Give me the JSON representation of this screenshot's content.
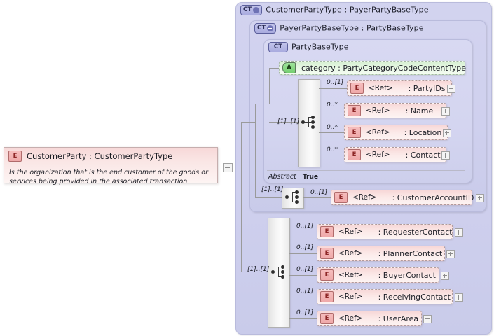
{
  "diagram": {
    "kind": "xsd-schema-diagram",
    "root_element": {
      "badge": "E",
      "name": "CustomerParty",
      "type": "CustomerPartyType",
      "label": "CustomerParty : CustomerPartyType",
      "documentation": "Is the organization that is the end customer of the goods or services being provided in the associated transaction.",
      "collapse_icon": "minus-icon"
    },
    "panels": [
      {
        "badge": "CT",
        "has_plus": true,
        "name": "CustomerPartyType",
        "base": "PayerPartyBaseType",
        "label": "CustomerPartyType : PayerPartyBaseType"
      },
      {
        "badge": "CT",
        "has_plus": true,
        "name": "PayerPartyBaseType",
        "base": "PartyBaseType",
        "label": "PayerPartyBaseType : PartyBaseType"
      },
      {
        "badge": "CT",
        "has_plus": false,
        "name": "PartyBaseType",
        "base": "",
        "label": "PartyBaseType"
      }
    ],
    "attribute": {
      "badge": "A",
      "name": "category",
      "type": "PartyCategoryCodeContentType",
      "label": "category : PartyCategoryCodeContentType"
    },
    "abstract_row": {
      "key": "Abstract",
      "value": "True"
    },
    "sequences": [
      {
        "id": "party-base-sequence",
        "cardinality": "[1]..[1]",
        "icon": "sequence-icon"
      },
      {
        "id": "payer-party-sequence",
        "cardinality": "[1]..[1]",
        "icon": "sequence-icon"
      },
      {
        "id": "customer-party-sequence",
        "cardinality": "[1]..[1]",
        "icon": "sequence-icon"
      }
    ],
    "groups": [
      {
        "id": "party-base-type-children",
        "items": [
          {
            "badge": "E",
            "ref": "<Ref>",
            "name": ": PartyIDs",
            "cardinality": "0..[1]",
            "expander": "plus-icon"
          },
          {
            "badge": "E",
            "ref": "<Ref>",
            "name": ": Name",
            "cardinality": "0..*",
            "expander": "plus-icon"
          },
          {
            "badge": "E",
            "ref": "<Ref>",
            "name": ": Location",
            "cardinality": "0..*",
            "expander": "plus-icon"
          },
          {
            "badge": "E",
            "ref": "<Ref>",
            "name": ": Contact",
            "cardinality": "0..*",
            "expander": "plus-icon"
          }
        ]
      },
      {
        "id": "payer-party-base-type-children",
        "items": [
          {
            "badge": "E",
            "ref": "<Ref>",
            "name": ": CustomerAccountID",
            "cardinality": "0..[1]",
            "expander": "plus-icon"
          }
        ]
      },
      {
        "id": "customer-party-type-children",
        "items": [
          {
            "badge": "E",
            "ref": "<Ref>",
            "name": ": RequesterContact",
            "cardinality": "0..[1]",
            "expander": "plus-icon"
          },
          {
            "badge": "E",
            "ref": "<Ref>",
            "name": ": PlannerContact",
            "cardinality": "0..[1]",
            "expander": "plus-icon"
          },
          {
            "badge": "E",
            "ref": "<Ref>",
            "name": ": BuyerContact",
            "cardinality": "0..[1]",
            "expander": "plus-icon"
          },
          {
            "badge": "E",
            "ref": "<Ref>",
            "name": ": ReceivingContact",
            "cardinality": "0..[1]",
            "expander": "plus-icon"
          },
          {
            "badge": "E",
            "ref": "<Ref>",
            "name": ": UserArea",
            "cardinality": "0..[1]",
            "expander": "plus-icon"
          }
        ]
      }
    ],
    "colors": {
      "panel_fill": "#d0d1ee",
      "panel_border": "#b9bbdc",
      "element_fill": "#f9e2e1",
      "element_border": "#b09a9a",
      "attribute_fill": "#e3f6df",
      "attribute_border": "#a6b8a6",
      "badge_ct": "#a9abdf",
      "badge_e": "#efa9a9",
      "badge_a": "#74cf70",
      "line": "#9a9a9a"
    }
  }
}
